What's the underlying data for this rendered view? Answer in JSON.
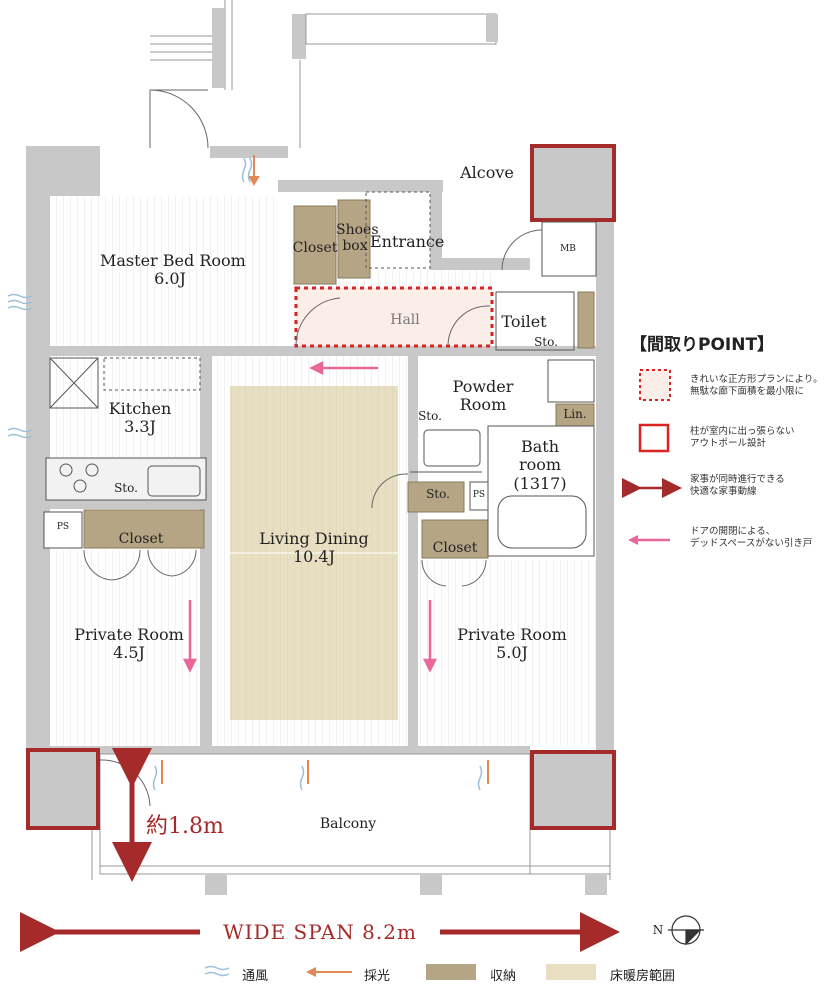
{
  "rooms": {
    "master_bed": {
      "name": "Master Bed Room",
      "size": "6.0J"
    },
    "kitchen": {
      "name": "Kitchen",
      "size": "3.3J"
    },
    "living": {
      "name": "Living Dining",
      "size": "10.4J"
    },
    "private_left": {
      "name": "Private Room",
      "size": "4.5J"
    },
    "private_right": {
      "name": "Private Room",
      "size": "5.0J"
    },
    "powder": {
      "name": "Powder",
      "name2": "Room"
    },
    "bath": {
      "name": "Bath",
      "name2": "room",
      "size": "(1317)"
    },
    "toilet": "Toilet",
    "entrance": "Entrance",
    "hall": "Hall",
    "alcove": "Alcove",
    "balcony": "Balcony"
  },
  "storage": {
    "closet": "Closet",
    "shoes_1": "Shoes",
    "shoes_2": "box",
    "sto": "Sto.",
    "lin": "Lin.",
    "ps": "PS",
    "mb": "MB"
  },
  "legend": {
    "title": "【間取りPOINT】",
    "items": [
      {
        "icon": "dotted-square",
        "line1": "きれいな正方形プランにより。",
        "line2": "無駄な廊下面積を最小限に"
      },
      {
        "icon": "red-square",
        "line1": "柱が室内に出っ張らない",
        "line2": "アウトポール設計"
      },
      {
        "icon": "double-arrow",
        "line1": "家事が同時進行できる",
        "line2": "快適な家事動線"
      },
      {
        "icon": "pink-arrow",
        "line1": "ドアの開閉による、",
        "line2": "デッドスペースがない引き戸"
      }
    ]
  },
  "dimensions": {
    "balcony_depth": "約1.8m",
    "wide_span": "WIDE SPAN 8.2m"
  },
  "bottom_legend": {
    "ventilation": "通風",
    "daylight": "採光",
    "storage": "収納",
    "floor_heating": "床暖房範囲"
  },
  "compass": "N",
  "colors": {
    "wall": "#c8c8c8",
    "storage": "#b5a585",
    "floor_heating": "#e8dfc2",
    "accent_red": "#a52a2a",
    "pink_arrow": "#e8689a",
    "daylight_arrow": "#e08a5a",
    "wind": "#9cc0d8"
  }
}
